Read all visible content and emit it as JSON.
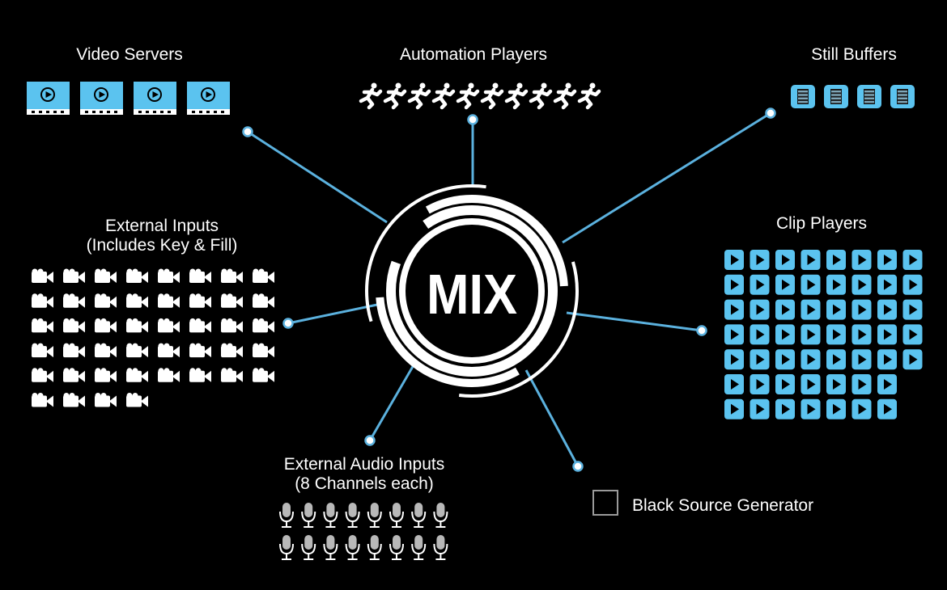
{
  "center": {
    "label": "MIX"
  },
  "sources": {
    "video_servers": {
      "title": "Video Servers",
      "count": 4
    },
    "automation_players": {
      "title": "Automation Players",
      "count": 10
    },
    "still_buffers": {
      "title": "Still Buffers",
      "count": 4
    },
    "external_inputs": {
      "title_line1": "External Inputs",
      "title_line2": "(Includes Key & Fill)",
      "count": 44
    },
    "clip_players": {
      "title": "Clip Players",
      "count": 54
    },
    "external_audio_inputs": {
      "title_line1": "External Audio Inputs",
      "title_line2": "(8 Channels each)",
      "count": 16
    },
    "black_source_generator": {
      "title": "Black Source Generator"
    }
  },
  "colors": {
    "background": "#000000",
    "connector": "#5bb1de",
    "accent_icon": "#5bc3ef",
    "foreground": "#ffffff",
    "muted": "#9a9a9a"
  },
  "icons": {
    "video_server": "video-server-icon",
    "automation_player": "running-figure-icon",
    "still_buffer": "film-strip-icon",
    "external_input": "video-camera-icon",
    "clip_player": "play-icon",
    "audio_input": "microphone-icon",
    "black_source": "empty-square-icon"
  }
}
